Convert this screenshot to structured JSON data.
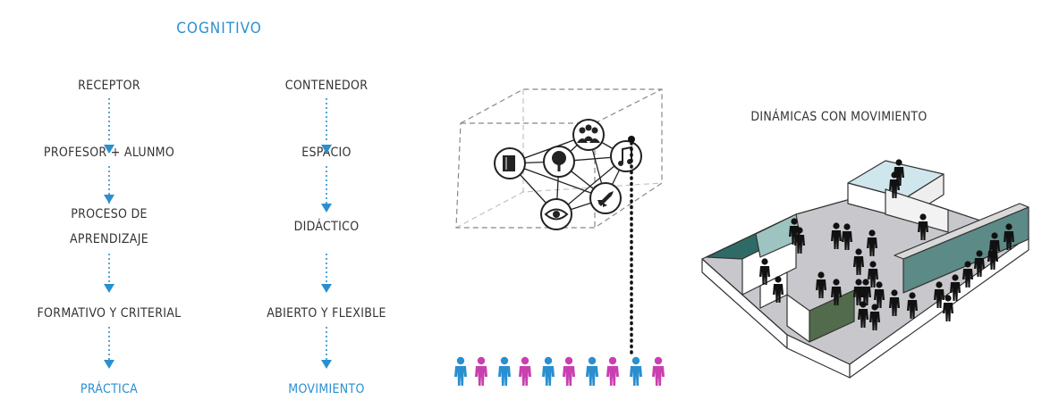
{
  "title": "COGNITIVO",
  "left_column": [
    "RECEPTOR",
    "PROFESOR + ALUNMO",
    "PROCESO DE",
    "APRENDIZAJE",
    "FORMATIVO Y CRITERIAL",
    "PRÁCTICA"
  ],
  "middle_column": [
    "CONTENEDOR",
    "ESPACIO",
    "DIDÁCTICO",
    "ABIERTO Y FLEXIBLE",
    "MOVIMIENTO"
  ],
  "right_title": "DINÁMICAS CON MOVIMIENTO",
  "colors": {
    "accent_blue": "#2a8fcf",
    "accent_pink": "#c93fb0",
    "teal": "#2f6b66",
    "ink": "#333333"
  },
  "network_icons": [
    "book-icon",
    "tree-icon",
    "group-icon",
    "music-icon",
    "eye-icon",
    "rocket-icon"
  ],
  "people_row": [
    "blue",
    "pink",
    "blue",
    "pink",
    "blue",
    "pink",
    "blue",
    "pink",
    "blue",
    "pink"
  ]
}
